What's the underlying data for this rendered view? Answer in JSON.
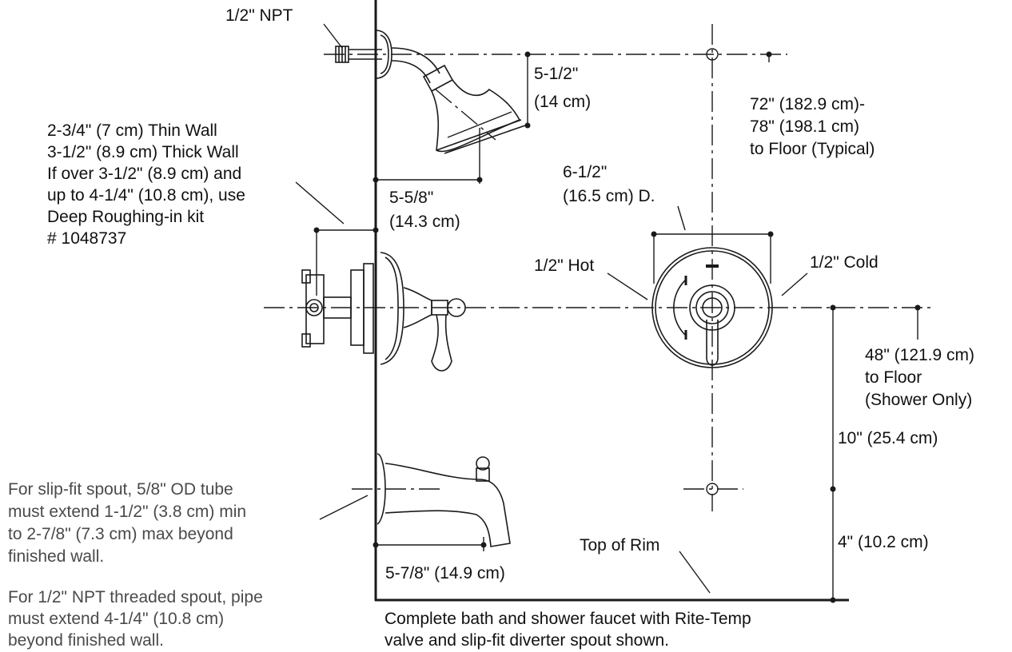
{
  "labels": {
    "npt_head": "1/2\" NPT",
    "head_drop_1": "5-1/2\"",
    "head_drop_2": "(14 cm)",
    "height_1": "72\" (182.9 cm)-",
    "height_2": "78\" (198.1 cm)",
    "height_3": "to Floor (Typical)",
    "wall_1": "2-3/4\" (7 cm) Thin Wall",
    "wall_2": "3-1/2\" (8.9 cm) Thick Wall",
    "wall_3": "If over 3-1/2\" (8.9 cm) and",
    "wall_4": "up to 4-1/4\" (10.8 cm), use",
    "wall_5": "Deep Roughing-in kit",
    "wall_6": "# 1048737",
    "arm_1": "5-5/8\"",
    "arm_2": "(14.3 cm)",
    "dia_1": "6-1/2\"",
    "dia_2": "(16.5 cm) D.",
    "hot": "1/2\" Hot",
    "cold": "1/2\" Cold",
    "valve_h_1": "48\" (121.9 cm)",
    "valve_h_2": "to Floor",
    "valve_h_3": "(Shower Only)",
    "ten": "10\" (25.4 cm)",
    "four": "4\" (10.2 cm)",
    "rim": "Top of Rim",
    "spout_dim": "5-7/8\" (14.9 cm)",
    "slip_1": "For slip-fit spout, 5/8\" OD tube",
    "slip_2": "must extend 1-1/2\" (3.8 cm) min",
    "slip_3": "to 2-7/8\" (7.3 cm) max beyond",
    "slip_4": "finished wall.",
    "npt_1": "For 1/2\" NPT threaded spout, pipe",
    "npt_2": "must extend 4-1/4\" (10.8 cm)",
    "npt_3": "beyond finished wall.",
    "caption_1": "Complete bath and shower faucet with Rite-Temp",
    "caption_2": "valve and slip-fit diverter spout shown."
  }
}
